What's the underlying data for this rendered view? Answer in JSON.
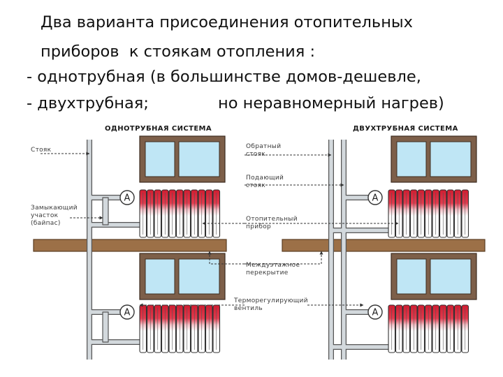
{
  "heading": {
    "line1": "Два варианта присоединения отопительных",
    "line2": "приборов  к стоякам отопления :",
    "line3": "- однотрубная (в большинстве домов-дешевле,",
    "line4a": "- двухтрубная;",
    "line4b": "но неравномерный нагрев)"
  },
  "diagram": {
    "left_title": "ОДНОТРУБНАЯ СИСТЕМА",
    "right_title": "ДВУХТРУБНАЯ СИСТЕМА",
    "label_riser": "Стояк",
    "label_bypass_1": "Замыкающий",
    "label_bypass_2": "участок",
    "label_bypass_3": "(байпас)",
    "label_return_1": "Обратный",
    "label_return_2": "стояк",
    "label_supply_1": "Подающий",
    "label_supply_2": "стояк",
    "label_heater_1": "Отопительный",
    "label_heater_2": "прибор",
    "label_floor_1": "Междуэтажное",
    "label_floor_2": "перекрытие",
    "label_valve_1": "Терморегулирующий",
    "label_valve_2": "вентиль",
    "valve_mark": "A",
    "colors": {
      "pipe": "#cfd5d9",
      "slab": "#9c7047",
      "window_frame": "#7d5f49",
      "glass": "#bfe6f5",
      "radiator_hot": "#d11c30",
      "radiator_cold": "#ffffff"
    }
  }
}
